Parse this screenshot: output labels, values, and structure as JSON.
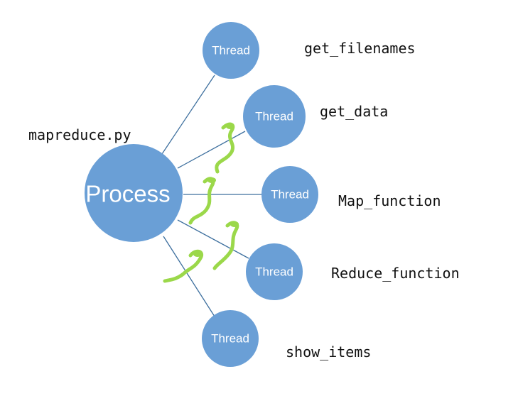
{
  "file_label": "mapreduce.py",
  "process": {
    "label": "Process",
    "color": "#6a9fd6"
  },
  "thread_color": "#6a9fd6",
  "line_color": "#3d6f9e",
  "snake_color": "#9bd84a",
  "threads": [
    {
      "label": "Thread",
      "function": "get_filenames"
    },
    {
      "label": "Thread",
      "function": "get_data"
    },
    {
      "label": "Thread",
      "function": "Map_function"
    },
    {
      "label": "Thread",
      "function": "Reduce_function"
    },
    {
      "label": "Thread",
      "function": "show_items"
    }
  ]
}
